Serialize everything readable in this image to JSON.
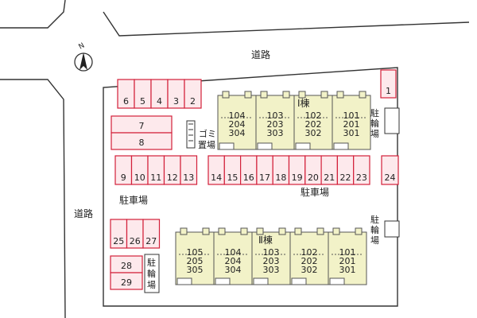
{
  "labels": {
    "road_top": "道路",
    "road_left": "道路",
    "parking_main": "駐車場",
    "parking_left": "駐車場",
    "bike_right_top": "駐輪場",
    "bike_right_bottom": "駐輪場",
    "bike_left": "駐輪場",
    "garbage": "ゴミ置場",
    "building1": "Ⅰ棟",
    "building2": "Ⅱ棟",
    "north": "N"
  },
  "building1_units": [
    [
      "104",
      "204",
      "304"
    ],
    [
      "103",
      "203",
      "303"
    ],
    [
      "102",
      "202",
      "302"
    ],
    [
      "101",
      "201",
      "301"
    ]
  ],
  "building2_units": [
    [
      "105",
      "205",
      "305"
    ],
    [
      "104",
      "204",
      "304"
    ],
    [
      "103",
      "203",
      "303"
    ],
    [
      "102",
      "202",
      "302"
    ],
    [
      "101",
      "201",
      "301"
    ]
  ],
  "parking": {
    "top_row": [
      "6",
      "5",
      "4",
      "3",
      "2"
    ],
    "right_single": "1",
    "horizontal": [
      "7",
      "8"
    ],
    "middle_row_a": [
      "9",
      "10",
      "11",
      "12",
      "13"
    ],
    "middle_row_b": [
      "14",
      "15",
      "16",
      "17",
      "18",
      "19",
      "20",
      "21",
      "22",
      "23"
    ],
    "right_middle": "24",
    "left_bottom_row": [
      "25",
      "26",
      "27"
    ],
    "left_bottom_horizontal": [
      "28",
      "29"
    ]
  },
  "colors": {
    "parking_stroke": "#d3203a",
    "parking_fill": "#fde9ec",
    "building_fill": "#f2f2c8"
  }
}
